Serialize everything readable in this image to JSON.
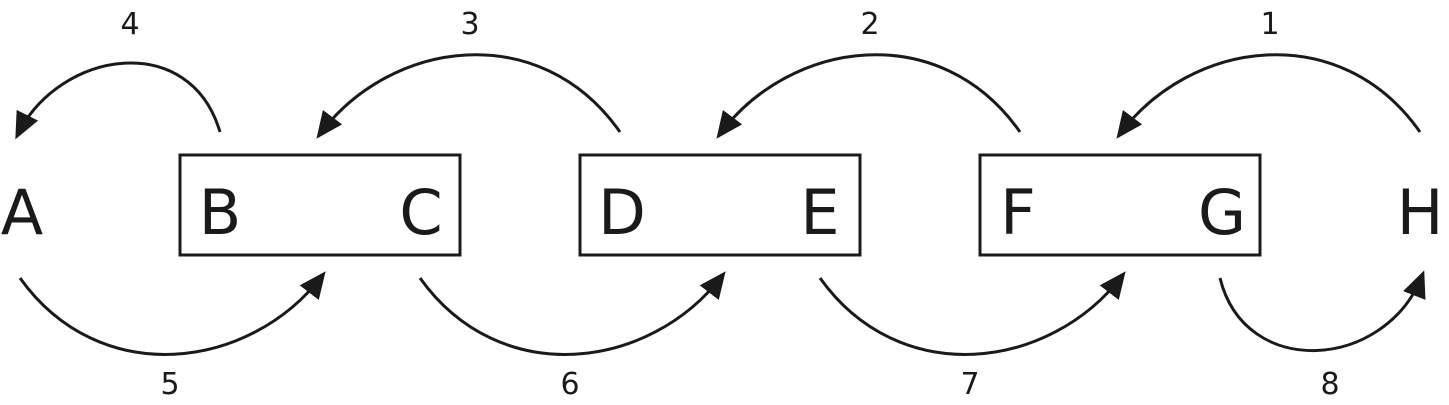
{
  "nodes": [
    "A",
    "B",
    "C",
    "D",
    "E",
    "F",
    "G",
    "H"
  ],
  "groups": [
    [
      "B",
      "C"
    ],
    [
      "D",
      "E"
    ],
    [
      "F",
      "G"
    ]
  ],
  "moves": [
    {
      "step": "1",
      "from": "H",
      "to": "F"
    },
    {
      "step": "2",
      "from": "F",
      "to": "D"
    },
    {
      "step": "3",
      "from": "D",
      "to": "B"
    },
    {
      "step": "4",
      "from": "B",
      "to": "A"
    },
    {
      "step": "5",
      "from": "A",
      "to": "C"
    },
    {
      "step": "6",
      "from": "C",
      "to": "E"
    },
    {
      "step": "7",
      "from": "E",
      "to": "G"
    },
    {
      "step": "8",
      "from": "G",
      "to": "H"
    }
  ],
  "colors": {
    "stroke": "#1a1a1a",
    "background": "#ffffff"
  }
}
